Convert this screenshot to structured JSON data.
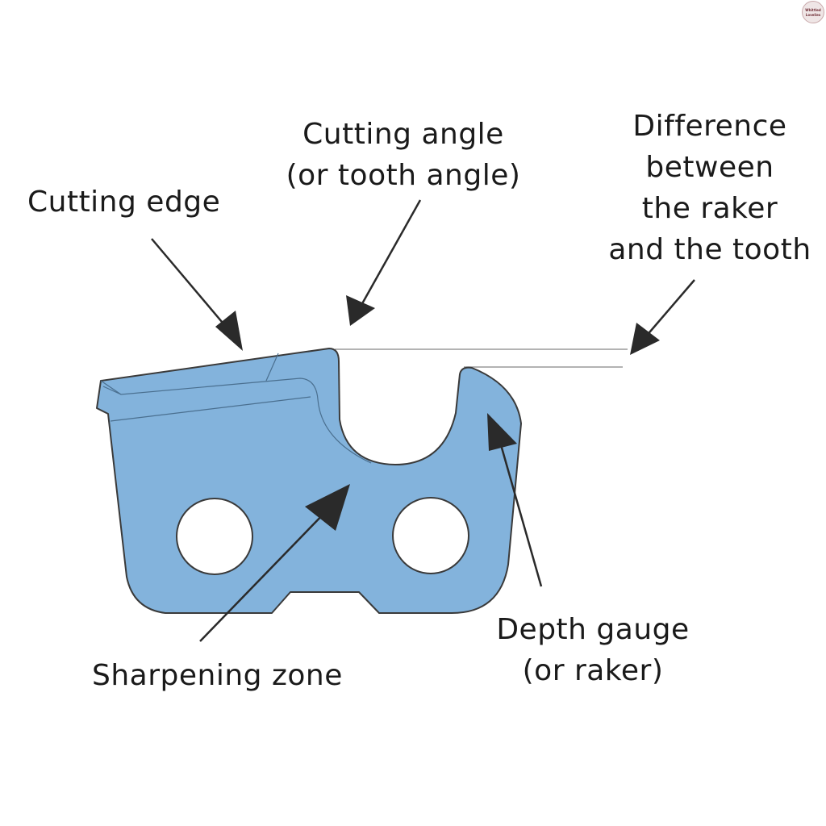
{
  "diagram": {
    "labels": {
      "cutting_edge": [
        "Cutting edge"
      ],
      "cutting_angle": [
        "Cutting angle",
        "(or tooth angle)"
      ],
      "difference": [
        "Difference",
        "between",
        "the raker",
        "and the tooth"
      ],
      "depth_gauge": [
        "Depth gauge",
        "(or raker)"
      ],
      "sharpening_zone": [
        "Sharpening zone"
      ]
    },
    "logo": [
      "Whittled",
      "Lovelies"
    ]
  },
  "colors": {
    "tooth_fill": "#83b3dc",
    "outline": "#3a3a3a",
    "arrow": "#2a2a2a",
    "reference_line": "#9a9a9a",
    "background": "#ffffff"
  }
}
